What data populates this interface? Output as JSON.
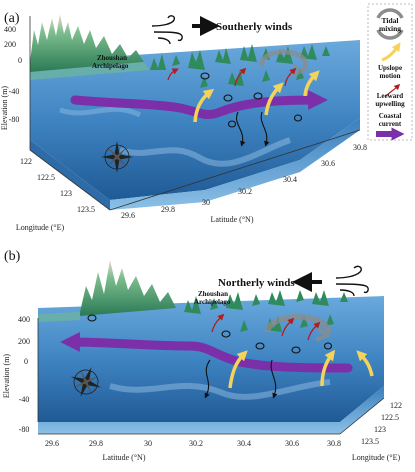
{
  "panel_a": {
    "label": "(a)",
    "wind": "Southerly winds",
    "archipelago": [
      "Zhoushan",
      "Archipelago"
    ],
    "elevation_label": "Elevation (m)",
    "elevation_ticks": [
      "400",
      "200",
      "0",
      "-40",
      "-80"
    ],
    "longitude_label": "Longitude (°E)",
    "longitude_ticks": [
      "122",
      "122.5",
      "123",
      "123.5"
    ],
    "latitude_label": "Latitude (°N)",
    "latitude_ticks": [
      "29.6",
      "29.8",
      "30",
      "30.2",
      "30.4",
      "30.6",
      "30.8"
    ],
    "legend": {
      "tidal_mixing": [
        "Tidal",
        "mixing"
      ],
      "upslope_motion": [
        "Upslope",
        "motion"
      ],
      "leeward_upwelling": [
        "Leeward",
        "upwelling"
      ],
      "coastal_current": [
        "Coastal",
        "current"
      ]
    }
  },
  "panel_b": {
    "label": "(b)",
    "wind": "Northerly winds",
    "archipelago": [
      "Zhoushan",
      "Archipelago"
    ],
    "elevation_label": "Elevation (m)",
    "elevation_ticks": [
      "400",
      "200",
      "0",
      "-40",
      "-80"
    ],
    "longitude_label": "Longitude (°E)",
    "longitude_ticks": [
      "122",
      "122.5",
      "123",
      "123.5"
    ],
    "latitude_label": "Latitude (°N)",
    "latitude_ticks": [
      "29.6",
      "29.8",
      "30",
      "30.2",
      "30.4",
      "30.6",
      "30.8"
    ]
  },
  "colors": {
    "coastal_current": "#7b2fa8",
    "upslope_motion": "#f5d35a",
    "leeward_upwelling": "#b01e1e",
    "tidal_mixing": "#8c8c8c",
    "sea_top": "#4a8ec9",
    "sea_deep": "#1d4f8a",
    "land": "#2f8a5c"
  }
}
